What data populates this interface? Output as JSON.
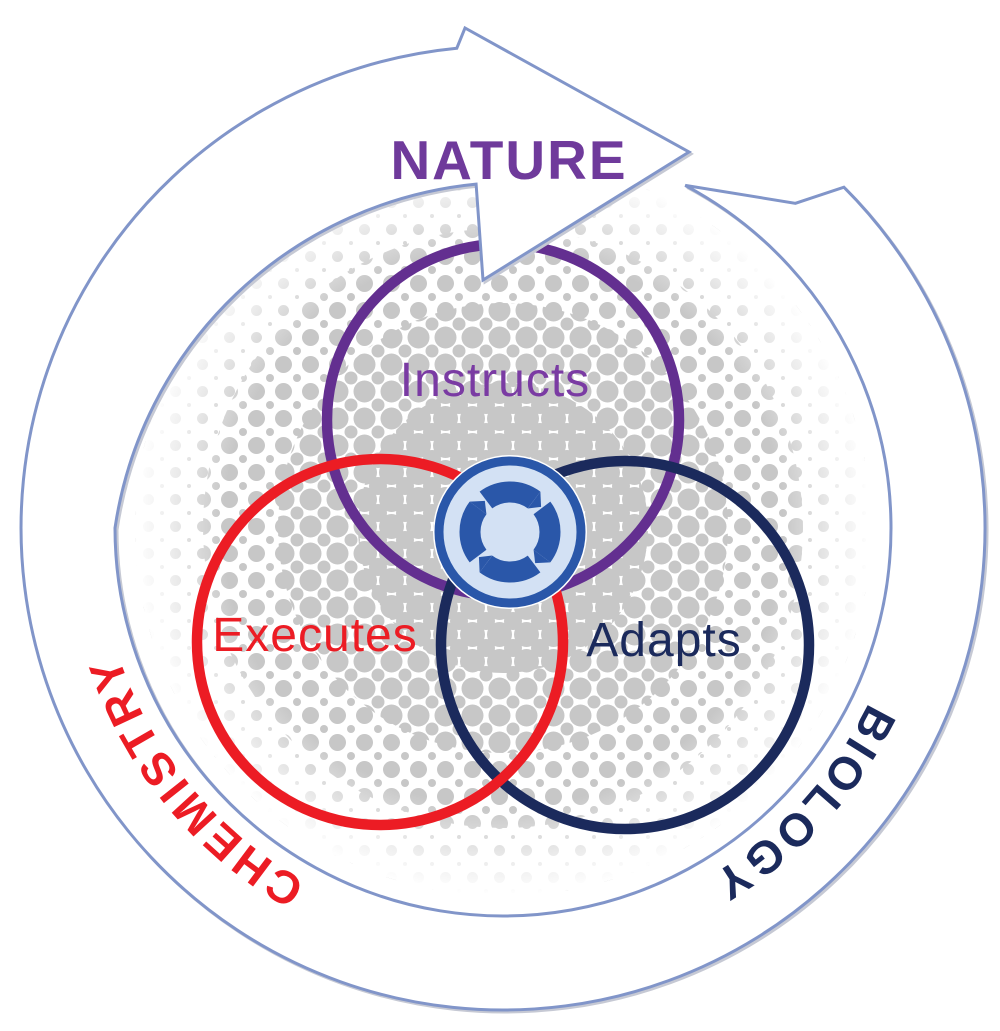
{
  "figure": {
    "outer_ring": {
      "top_label": "NATURE",
      "left_label": "CHEMISTRY",
      "right_label": "BIOLOGY"
    },
    "venn": {
      "top_circle_label": "Instructs",
      "left_circle_label": "Executes",
      "right_circle_label": "Adapts"
    },
    "icon": "cycle-arrows-icon",
    "colors": {
      "nature_purple_text": "#6f3a9b",
      "venn_purple": "#632f90",
      "chemistry_red": "#ec1c24",
      "biology_navy": "#1b2a5c",
      "ring_outline_blue": "#8195c9",
      "halftone_gray": "#c7c7c7",
      "icon_blue": "#2a57a9",
      "icon_light_blue": "#d3e1f4"
    }
  }
}
